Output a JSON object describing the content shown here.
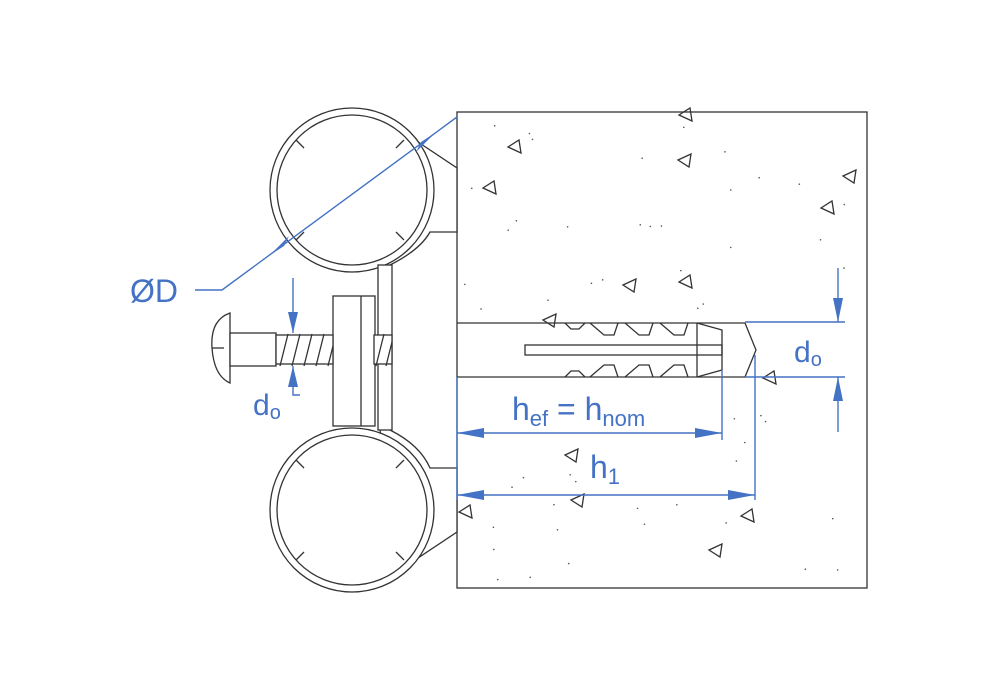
{
  "labels": {
    "pipe_diameter": "ØD",
    "screw_drill_diameter": {
      "main": "d",
      "sub": "o"
    },
    "anchor_drill_diameter": {
      "main": "d",
      "sub": "o"
    },
    "effective_depth": {
      "h1": "h",
      "s1": "ef",
      "eq": " = ",
      "h2": "h",
      "s2": "nom"
    },
    "hole_depth": {
      "main": "h",
      "sub": "1"
    }
  },
  "colors": {
    "dimension": "#4472c4",
    "outline": "#333333"
  }
}
